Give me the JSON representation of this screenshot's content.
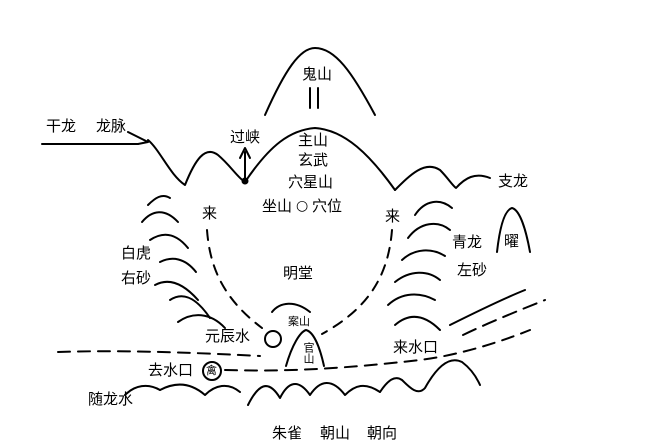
{
  "labels": {
    "guishan": "鬼山",
    "ganlong": "干龙",
    "longmai": "龙脉",
    "guoxia": "过峡",
    "zhushan": "主山",
    "xuanwu": "玄武",
    "xuexingshan": "穴星山",
    "zuoshan": "坐山",
    "xuewei": "穴位",
    "zhilong": "支龙",
    "lai_left": "来",
    "lai_right": "来",
    "baihu": "白虎",
    "youhsa": "右砂",
    "qinglong": "青龙",
    "zuosha": "左砂",
    "yao": "曜",
    "mingtang": "明堂",
    "anshan": "案山",
    "yuanchenshui": "元辰水",
    "guanshan": "官山",
    "laishuikou": "来水口",
    "qushuikou": "去水口",
    "qin": "禽",
    "suilongshui": "随龙水",
    "zhuque": "朱雀",
    "chaoshan": "朝山",
    "chaoxiang": "朝向"
  },
  "colors": {
    "stroke": "#000000",
    "background": "#ffffff"
  }
}
